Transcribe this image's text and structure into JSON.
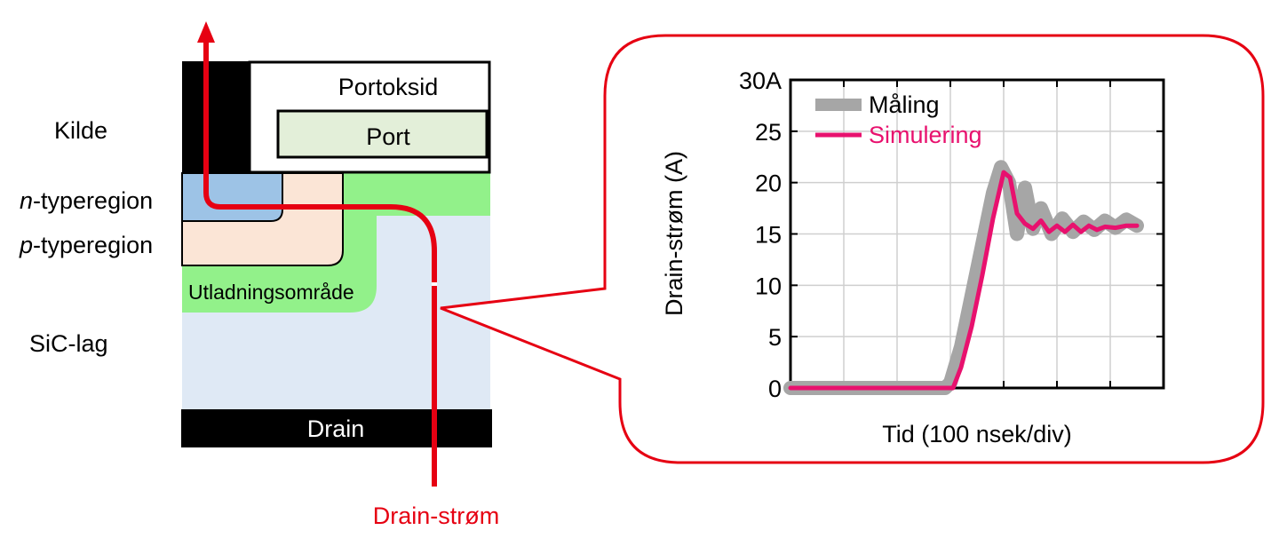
{
  "diagram": {
    "left_labels": {
      "source": "Kilde",
      "n_region_italic": "n",
      "n_region_rest": "-typeregion",
      "p_region_italic": "p",
      "p_region_rest": "-typeregion",
      "sic_layer": "SiC-lag"
    },
    "boxes": {
      "gate_oxide": "Portoksid",
      "gate": "Port",
      "depletion": "Utladningsområde",
      "drain": "Drain"
    },
    "current_label": "Drain-strøm",
    "colors": {
      "current": "#e60012",
      "source_metal": "#000000",
      "gate": "#e3efd9",
      "n_region": "#9dc3e6",
      "p_region": "#fbe5d6",
      "depletion": "#92f18a",
      "sic": "#dfe9f5",
      "measurement": "#a6a6a6",
      "simulation": "#e8116e"
    }
  },
  "chart_data": {
    "type": "line",
    "ylabel": "Drain-strøm (A)",
    "xlabel": "Tid (100 nsek/div)",
    "y_ticks": [
      "30A",
      "25",
      "20",
      "15",
      "10",
      "5",
      "0"
    ],
    "ylim": [
      0,
      30
    ],
    "xlim": [
      0,
      7
    ],
    "grid": true,
    "legend_position": "top-left",
    "series": [
      {
        "name": "Måling",
        "color": "#a6a6a6",
        "x": [
          0,
          0.5,
          1,
          1.5,
          2,
          2.5,
          2.9,
          3.0,
          3.2,
          3.4,
          3.6,
          3.8,
          3.95,
          4.1,
          4.25,
          4.4,
          4.55,
          4.7,
          4.9,
          5.1,
          5.3,
          5.5,
          5.7,
          5.9,
          6.1,
          6.3,
          6.5
        ],
        "values": [
          0,
          0,
          0,
          0,
          0,
          0,
          0,
          0.5,
          4,
          9,
          14,
          19,
          21.5,
          20,
          15,
          19.5,
          15.5,
          17.5,
          15,
          16.5,
          15.2,
          16.2,
          15.4,
          16.3,
          15.6,
          16.4,
          15.8
        ]
      },
      {
        "name": "Simulering",
        "color": "#e8116e",
        "x": [
          0,
          0.5,
          1,
          1.5,
          2,
          2.5,
          2.9,
          3.05,
          3.2,
          3.4,
          3.6,
          3.8,
          4.0,
          4.12,
          4.25,
          4.4,
          4.55,
          4.7,
          4.85,
          5.0,
          5.15,
          5.3,
          5.45,
          5.6,
          5.75,
          5.9,
          6.1,
          6.3,
          6.5
        ],
        "values": [
          0,
          0,
          0,
          0,
          0,
          0,
          0,
          0,
          2,
          6,
          11,
          16.5,
          21,
          20.5,
          17,
          16,
          15.5,
          16.3,
          15.2,
          15.8,
          15.2,
          15.9,
          15.2,
          15.8,
          15.4,
          15.7,
          15.6,
          15.8,
          15.8
        ]
      }
    ]
  }
}
